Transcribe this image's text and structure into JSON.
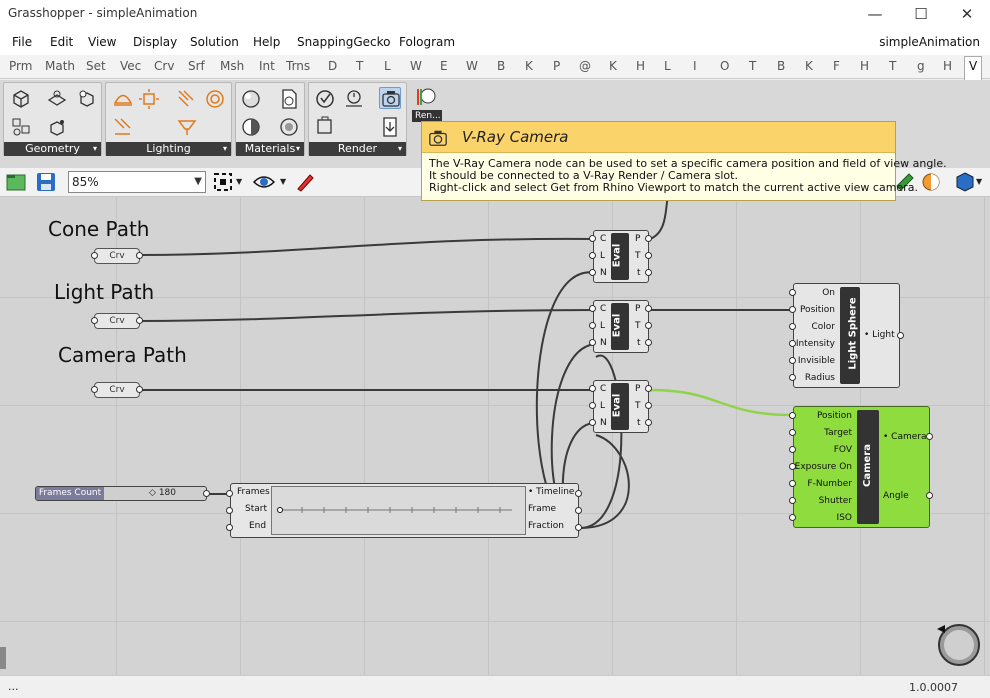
{
  "window": {
    "title": "Grasshopper - simpleAnimation",
    "minimize": "—",
    "maximize": "☐",
    "close": "✕"
  },
  "menu": {
    "items": [
      "File",
      "Edit",
      "View",
      "Display",
      "Solution",
      "Help",
      "SnappingGecko",
      "Fologram"
    ],
    "document_title": "simpleAnimation"
  },
  "tabs": [
    "Prm",
    "Math",
    "Set",
    "Vec",
    "Crv",
    "Srf",
    "Msh",
    "Int",
    "Trns",
    "D",
    "T",
    "L",
    "W",
    "E",
    "W",
    "B",
    "K",
    "P",
    "@",
    "K",
    "H",
    "L",
    "I",
    "O",
    "T",
    "B",
    "K",
    "F",
    "H",
    "T",
    "g",
    "H",
    "V"
  ],
  "ribbon": {
    "panels": [
      "Geometry",
      "Lighting",
      "Materials",
      "Render"
    ],
    "render_label": "Ren..."
  },
  "tooltip": {
    "title": "V-Ray Camera",
    "lines": [
      "The V-Ray Camera node can be used to set a specific camera position and field of view angle.",
      "It should be connected to a V-Ray Render / Camera slot.",
      "Right-click and select Get from Rhino Viewport to match the current active view camera."
    ]
  },
  "canvas_toolbar": {
    "zoom": "85%"
  },
  "canvas": {
    "group_labels": [
      "Cone Path",
      "Light Path",
      "Camera Path"
    ],
    "curve_param": "Crv",
    "eval": {
      "name": "Eval",
      "inputs": [
        "C",
        "L",
        "N"
      ],
      "outputs": [
        "P",
        "T",
        "t"
      ]
    },
    "light_sphere": {
      "name": "Light Sphere",
      "inputs": [
        "On",
        "Position",
        "Color",
        "Intensity",
        "Invisible",
        "Radius"
      ],
      "output": "• Light"
    },
    "camera": {
      "name": "Camera",
      "inputs": [
        "Position",
        "Target",
        "FOV",
        "Exposure On",
        "F-Number",
        "Shutter",
        "ISO"
      ],
      "outputs": [
        "• Camera",
        "Angle"
      ]
    },
    "frames_count": {
      "name": "Frames Count",
      "value": "◇ 180"
    },
    "timeline": {
      "inputs": [
        "Frames",
        "Start",
        "End"
      ],
      "outputs": [
        "• Timeline",
        "Frame",
        "Fraction"
      ]
    }
  },
  "status": {
    "left": "...",
    "version": "1.0.0007"
  },
  "colors": {
    "camera_fill": "#8fdc3f",
    "wire_green": "#8fd34a",
    "tooltip_head": "#fad36a"
  }
}
